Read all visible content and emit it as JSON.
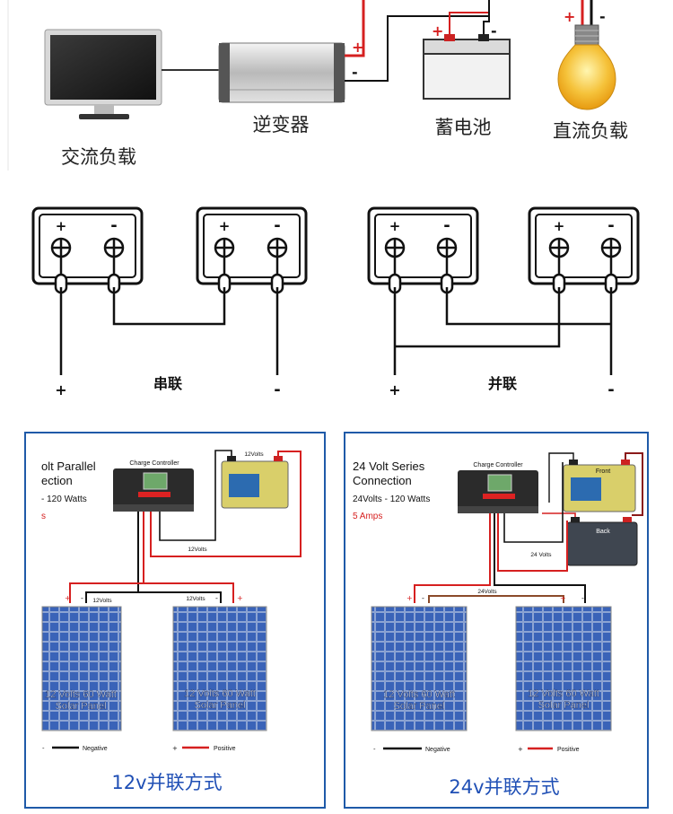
{
  "top": {
    "ac_load": "交流负载",
    "inverter": "逆变器",
    "battery": "蓄电池",
    "dc_load": "直流负载",
    "plus": "+",
    "minus": "-"
  },
  "middle": {
    "series_label": "串联",
    "parallel_label": "并联",
    "plus": "+",
    "minus": "-"
  },
  "panel_left": {
    "title_line1": "olt Parallel",
    "title_line2": "ection",
    "spec": "- 120 Watts",
    "amps": "s",
    "controller": "Charge Controller",
    "wire_top": "12Volts",
    "wire_mid": "12Volts",
    "wire_a": "12Volts",
    "wire_b": "12Volts",
    "solar_line1": "12 Volts 60 Watt",
    "solar_line2": "Solar Panel",
    "solar2_line1": "12 Volts 60 Watt",
    "solar2_line2": "Solar Panel",
    "legend_neg": "Negative",
    "legend_pos": "Positive",
    "caption": "12v并联方式"
  },
  "panel_right": {
    "title_line1": "24 Volt Series",
    "title_line2": "Connection",
    "spec": "24Volts - 120 Watts",
    "amps": "5 Amps",
    "controller": "Charge Controller",
    "front": "Front",
    "back": "Back",
    "wire_mid": "24 Volts",
    "wire_top": "24Volts",
    "solar_line1": "12 Volts 60 Watt",
    "solar_line2": "Solar Panel",
    "solar2_line1": "12 Volts 60 Watt",
    "solar2_line2": "Solar Panel",
    "legend_neg": "Negative",
    "legend_pos": "Positive",
    "caption": "24v并联方式"
  },
  "colors": {
    "frame_blue": "#1f5aa8",
    "caption_blue": "#1f4fb5",
    "wire_red": "#d62020",
    "wire_black": "#111111",
    "panel_blue": "#2a4fa0",
    "battery_yellow": "#d9cf6a"
  }
}
